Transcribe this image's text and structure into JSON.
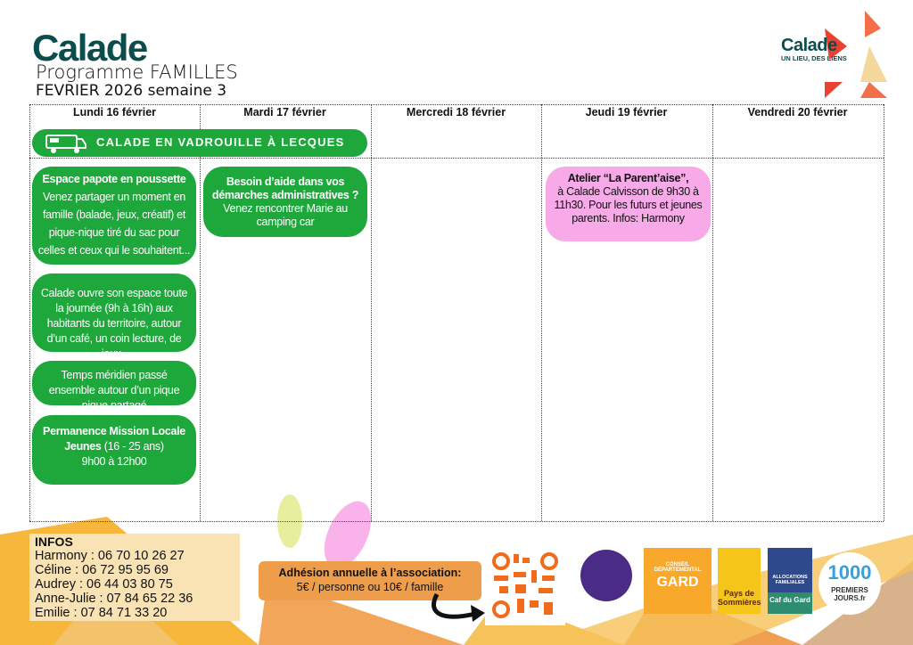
{
  "header": {
    "logo": "Calade",
    "title": "Programme FAMILLES",
    "subtitle": "FEVRIER 2026 semaine 3",
    "logo_right": "Calade",
    "logo_right_tagline": "UN LIEU, DES LIENS"
  },
  "days": [
    "Lundi 16 février",
    "Mardi 17 février",
    "Mercredi 18 février",
    "Jeudi 19 février",
    "Vendredi 20 février"
  ],
  "banner": {
    "label": "CALADE EN VADROUILLE À LECQUES",
    "icon": "camping-car-icon"
  },
  "events": {
    "lundi": [
      {
        "title": "Espace papote en poussette",
        "text": "Venez partager un moment en famille (balade, jeux, créatif) et pique-nique tiré du sac pour celles et ceux qui le souhaitent..."
      },
      {
        "text": "Calade ouvre son espace toute la journée (9h à 16h) aux habitants du territoire, autour d’un café, un coin lecture, de jeux.."
      },
      {
        "text": "Temps méridien passé ensemble autour d’un pique nique partagé"
      },
      {
        "title": "Permanence Mission Locale Jeunes",
        "age": " (16 - 25  ans)",
        "text": "9h00 à 12h00"
      }
    ],
    "mardi": [
      {
        "title": "Besoin d’aide dans vos démarches administratives ?",
        "text": "Venez rencontrer Marie au camping car"
      }
    ],
    "jeudi": [
      {
        "title": "Atelier “La Parent’aise”,",
        "text": "à Calade Calvisson de 9h30 à 11h30. Pour les futurs et jeunes parents. Infos: Harmony"
      }
    ]
  },
  "infos": {
    "title": "INFOS",
    "contacts": [
      "Harmony : 06 70 10 26 27",
      "Céline : 06 72 95 95 69",
      "Audrey : 06 44 03 80 75",
      "Anne-Julie : 07 84 65 22 36",
      "Emilie : 07 84 71 33 20"
    ]
  },
  "adhesion": {
    "title": "Adhésion annuelle à l’association:",
    "price": "5€ / personne ou 10€ / famille"
  },
  "logos": {
    "gard_1": "CONSEIL DÉPARTEMENTAL",
    "gard_2": "GARD",
    "sommieres": "Pays de Sommières",
    "caf_1": "ALLOCATIONS FAMILIALES",
    "caf_2": "Caf du Gard",
    "mille_1": "1000",
    "mille_2": "PREMIERS JOURS.fr"
  },
  "colors": {
    "green": "#1ea83c",
    "pink": "#f7a9e8",
    "orange": "#ee9d4a",
    "teal": "#0b4d4d"
  }
}
